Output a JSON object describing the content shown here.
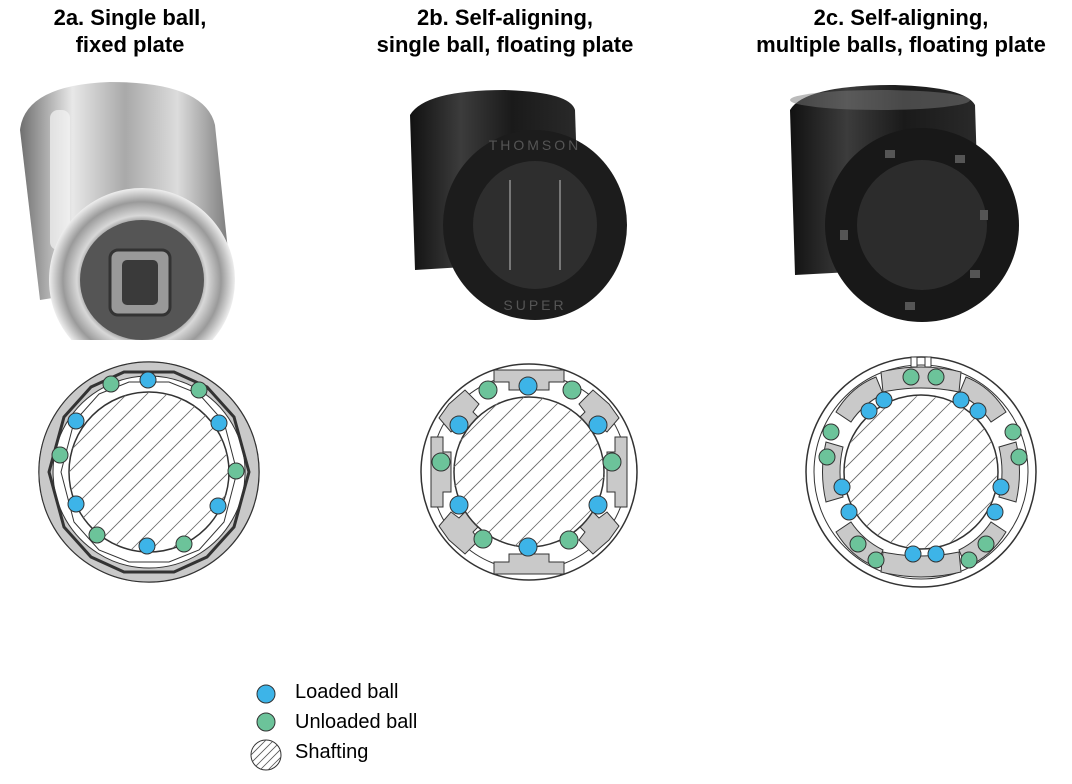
{
  "titles": {
    "a": [
      "2a. Single ball,",
      "fixed plate"
    ],
    "b": [
      "2b. Self-aligning,",
      "single ball, floating plate"
    ],
    "c": [
      "2c. Self-aligning,",
      "multiple balls, floating plate"
    ]
  },
  "photo_text": {
    "b_top": "THOMSON",
    "b_bottom": "SUPER"
  },
  "legend": {
    "loaded": "Loaded ball",
    "unloaded": "Unloaded ball",
    "shafting": "Shafting"
  },
  "colors": {
    "loaded_ball": "#3db4e8",
    "unloaded_ball": "#6cc39a",
    "plate_gray": "#c9c9c9",
    "outline": "#333333",
    "steel": "#b8b8b8",
    "black_plastic": "#1e1e1e"
  },
  "icons": [
    "loaded-ball-icon",
    "unloaded-ball-icon",
    "shafting-icon"
  ]
}
